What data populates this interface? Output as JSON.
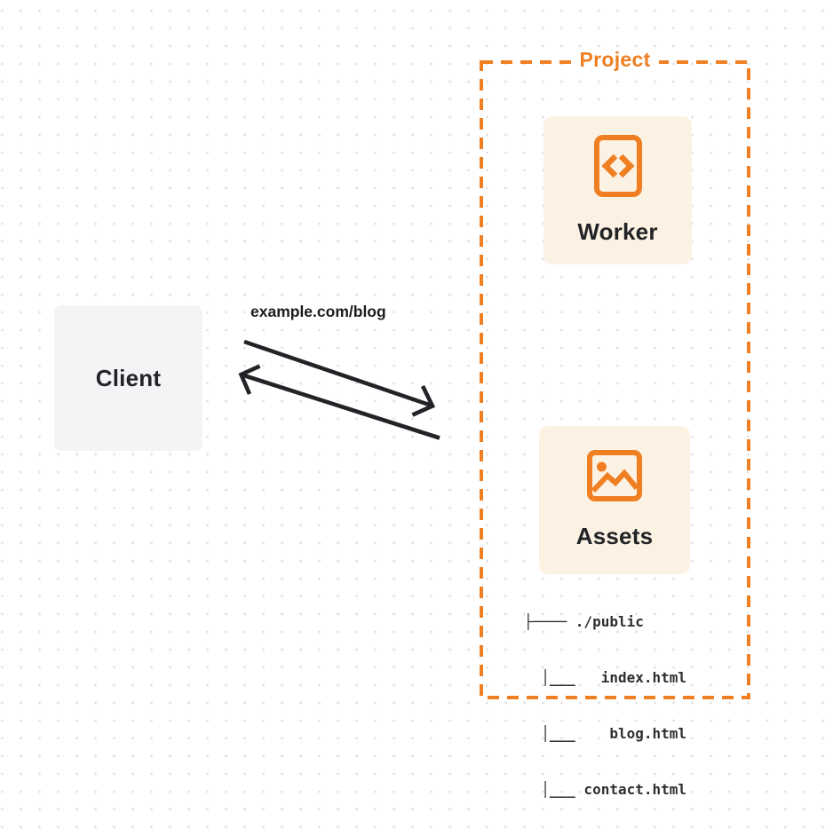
{
  "client": {
    "label": "Client"
  },
  "request": {
    "label": "example.com/blog"
  },
  "project": {
    "label": "Project",
    "worker": {
      "label": "Worker",
      "icon": "code-brackets-icon"
    },
    "assets": {
      "label": "Assets",
      "icon": "image-icon",
      "file_tree_lines": [
        "├──── ./public",
        "  │___   index.html",
        "  │___    blog.html",
        "  │___ contact.html"
      ]
    }
  },
  "arrows": {
    "request_direction": "client-to-project",
    "response_direction": "project-to-client"
  },
  "colors": {
    "accent": "#EF7F22",
    "card_bg": "#FCF2E4",
    "client_bg": "#F4F4F6",
    "ink": "#222327",
    "tree_ink": "#2E2F33",
    "dot": "#E3E3E5",
    "bg": "#FFFFFF"
  }
}
